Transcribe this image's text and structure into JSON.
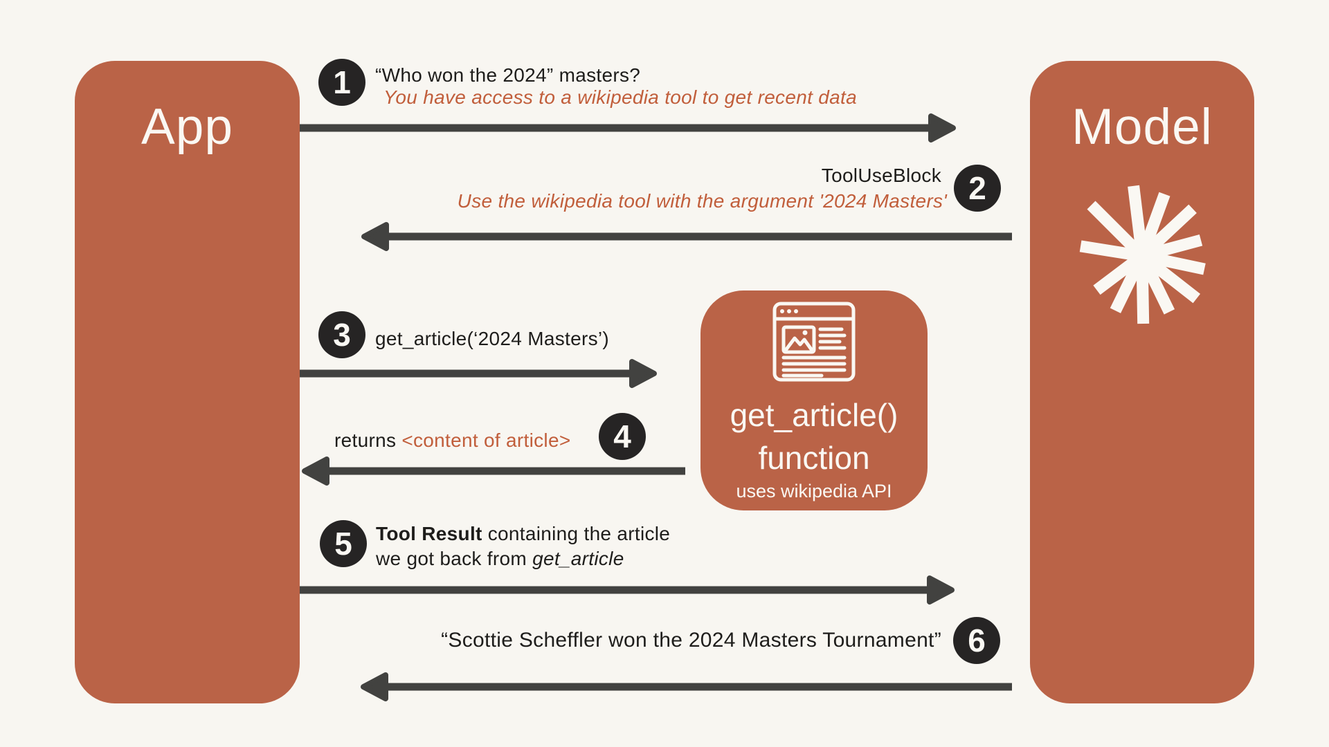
{
  "palette": {
    "background": "#F8F6F1",
    "rust": "#BA6347",
    "rust_text": "#C15E3B",
    "dark": "#262424",
    "arrow": "#424240",
    "ink": "#1E1D1B",
    "white": "#FAF8F3"
  },
  "nodes": {
    "app": {
      "label": "App"
    },
    "model": {
      "label": "Model"
    },
    "function": {
      "title": "get_article()",
      "subtitle": "function",
      "caption": "uses wikipedia API"
    }
  },
  "steps": [
    {
      "num": "1",
      "line1": "“Who won the 2024” masters?",
      "line2": "You have access to a wikipedia tool to get recent data"
    },
    {
      "num": "2",
      "line1": "ToolUseBlock",
      "line2": "Use the wikipedia tool with the argument '2024 Masters'"
    },
    {
      "num": "3",
      "line1": "get_article(‘2024 Masters’)"
    },
    {
      "num": "4",
      "prefix": "returns ",
      "highlight": "<content of article>"
    },
    {
      "num": "5",
      "bold": "Tool Result",
      "rest": " containing the article",
      "line2_prefix": "we got back from ",
      "line2_italic": "get_article"
    },
    {
      "num": "6",
      "line1": "“Scottie Scheffler won the 2024 Masters Tournament”"
    }
  ]
}
